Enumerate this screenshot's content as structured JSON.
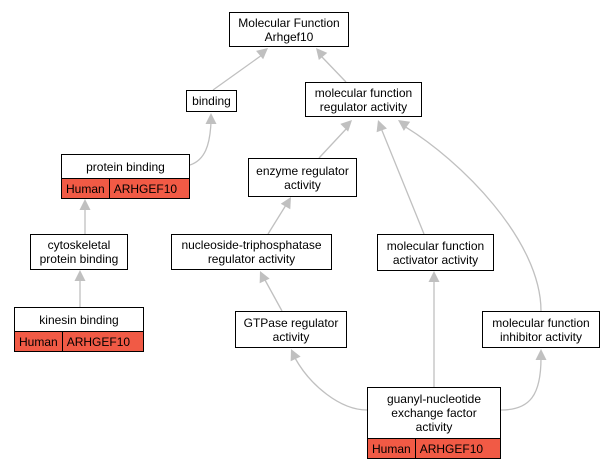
{
  "nodes": {
    "root": "Molecular Function\nArhgef10",
    "binding": "binding",
    "mf_regulator": "molecular function\nregulator activity",
    "protein_binding": "protein binding",
    "enzyme_regulator": "enzyme regulator\nactivity",
    "cytoskeletal": "cytoskeletal\nprotein binding",
    "ntpase_regulator": "nucleoside-triphosphatase\nregulator activity",
    "mf_activator": "molecular function\nactivator activity",
    "kinesin": "kinesin binding",
    "gtpase_regulator": "GTPase regulator\nactivity",
    "mf_inhibitor": "molecular function\ninhibitor activity",
    "gef": "guanyl-nucleotide\nexchange factor\nactivity"
  },
  "annotation": {
    "species": "Human",
    "gene": "ARHGEF10",
    "color": "#f15a45"
  },
  "edge_color": "#c0c0c0"
}
